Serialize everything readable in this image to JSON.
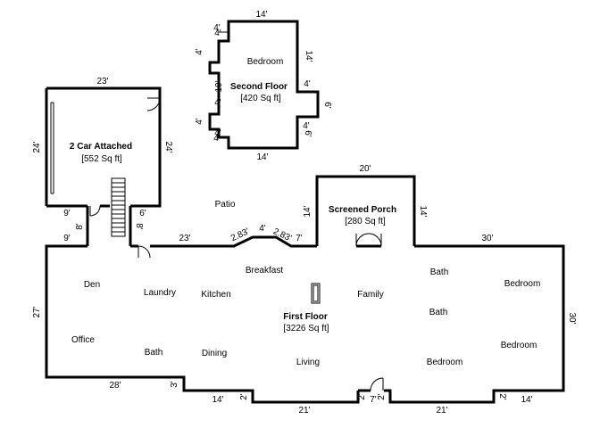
{
  "floors": {
    "second": {
      "title": "Second Floor",
      "area": "[420 Sq ft]"
    },
    "garage": {
      "title": "2 Car Attached",
      "area": "[552 Sq ft]"
    },
    "porch": {
      "title": "Screened Porch",
      "area": "[280 Sq ft]"
    },
    "first": {
      "title": "First Floor",
      "area": "[3226 Sq ft]"
    }
  },
  "rooms": {
    "bedroom_upper": "Bedroom",
    "patio": "Patio",
    "den": "Den",
    "laundry": "Laundry",
    "kitchen": "Kitchen",
    "breakfast": "Breakfast",
    "family": "Family",
    "bath_1": "Bath",
    "bath_2": "Bath",
    "bedroom_1": "Bedroom",
    "bedroom_2": "Bedroom",
    "bedroom_3": "Bedroom",
    "office": "Office",
    "bath_3": "Bath",
    "dining": "Dining",
    "living": "Living"
  },
  "dimensions": {
    "second_top": "14'",
    "second_bottom": "14'",
    "second_right_upper": "14'",
    "second_notch_upper": "4'",
    "second_notch_right": "6'",
    "second_notch_lower": "4'",
    "second_right_lower": "6'",
    "second_left_4a": "4'",
    "second_left_4b": "4'",
    "second_left_4c": "4'",
    "second_left_10": "10'",
    "second_left_4d": "4'",
    "second_left_4e": "4'",
    "second_left_4f": "4'",
    "second_left_4g": "4'",
    "garage_top": "23'",
    "garage_left": "24'",
    "garage_right": "24'",
    "garage_lower_left": "9'",
    "garage_lower_right": "6'",
    "garage_left_9": "9'",
    "stair_8a": "8'",
    "stair_8b": "8'",
    "top_23": "23'",
    "diag_a": "2.83'",
    "mid_4": "4'",
    "diag_b": "2.83'",
    "top_7": "7'",
    "porch_top": "20'",
    "porch_left": "14'",
    "porch_right": "14'",
    "top_30": "30'",
    "left_27": "27'",
    "right_30": "30'",
    "bottom_28": "28'",
    "bottom_3": "3'",
    "bottom_14a": "14'",
    "bottom_2a": "2'",
    "bottom_21a": "21'",
    "bottom_2b": "2'",
    "bottom_7": "7'",
    "bottom_2c": "2'",
    "bottom_21b": "21'",
    "bottom_2d": "2'",
    "bottom_14b": "14'"
  }
}
